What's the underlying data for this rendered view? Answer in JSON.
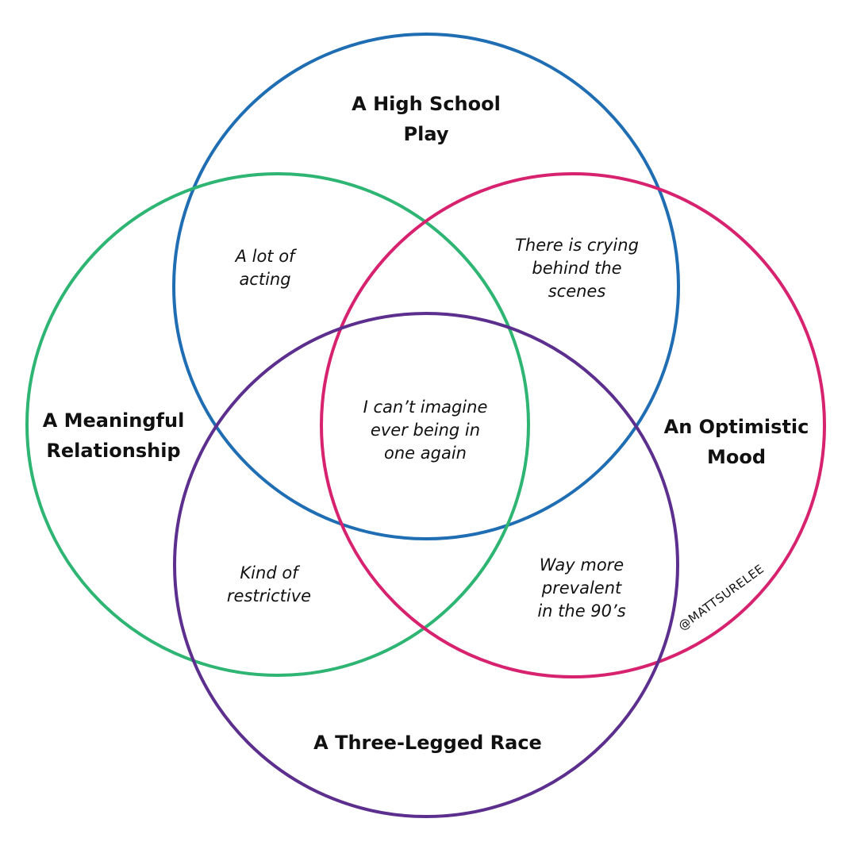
{
  "sets": {
    "top": {
      "lines": [
        "A High School",
        "Play"
      ],
      "color": "#1f6db3"
    },
    "left": {
      "lines": [
        "A Meaningful",
        "Relationship"
      ],
      "color": "#2fb573"
    },
    "right": {
      "lines": [
        "An Optimistic",
        "Mood"
      ],
      "color": "#d6226f"
    },
    "bottom": {
      "lines": [
        "A Three-Legged Race"
      ],
      "color": "#5c2f8f"
    }
  },
  "regions": {
    "top_left": [
      "A lot of",
      "acting"
    ],
    "top_right": [
      "There is crying",
      "behind the",
      "scenes"
    ],
    "center": [
      "I can’t imagine",
      "ever being in",
      "one again"
    ],
    "bottom_left": [
      "Kind of",
      "restrictive"
    ],
    "bottom_right": [
      "Way more",
      "prevalent",
      "in the 90’s"
    ]
  },
  "watermark": "@MATTSURELEE"
}
